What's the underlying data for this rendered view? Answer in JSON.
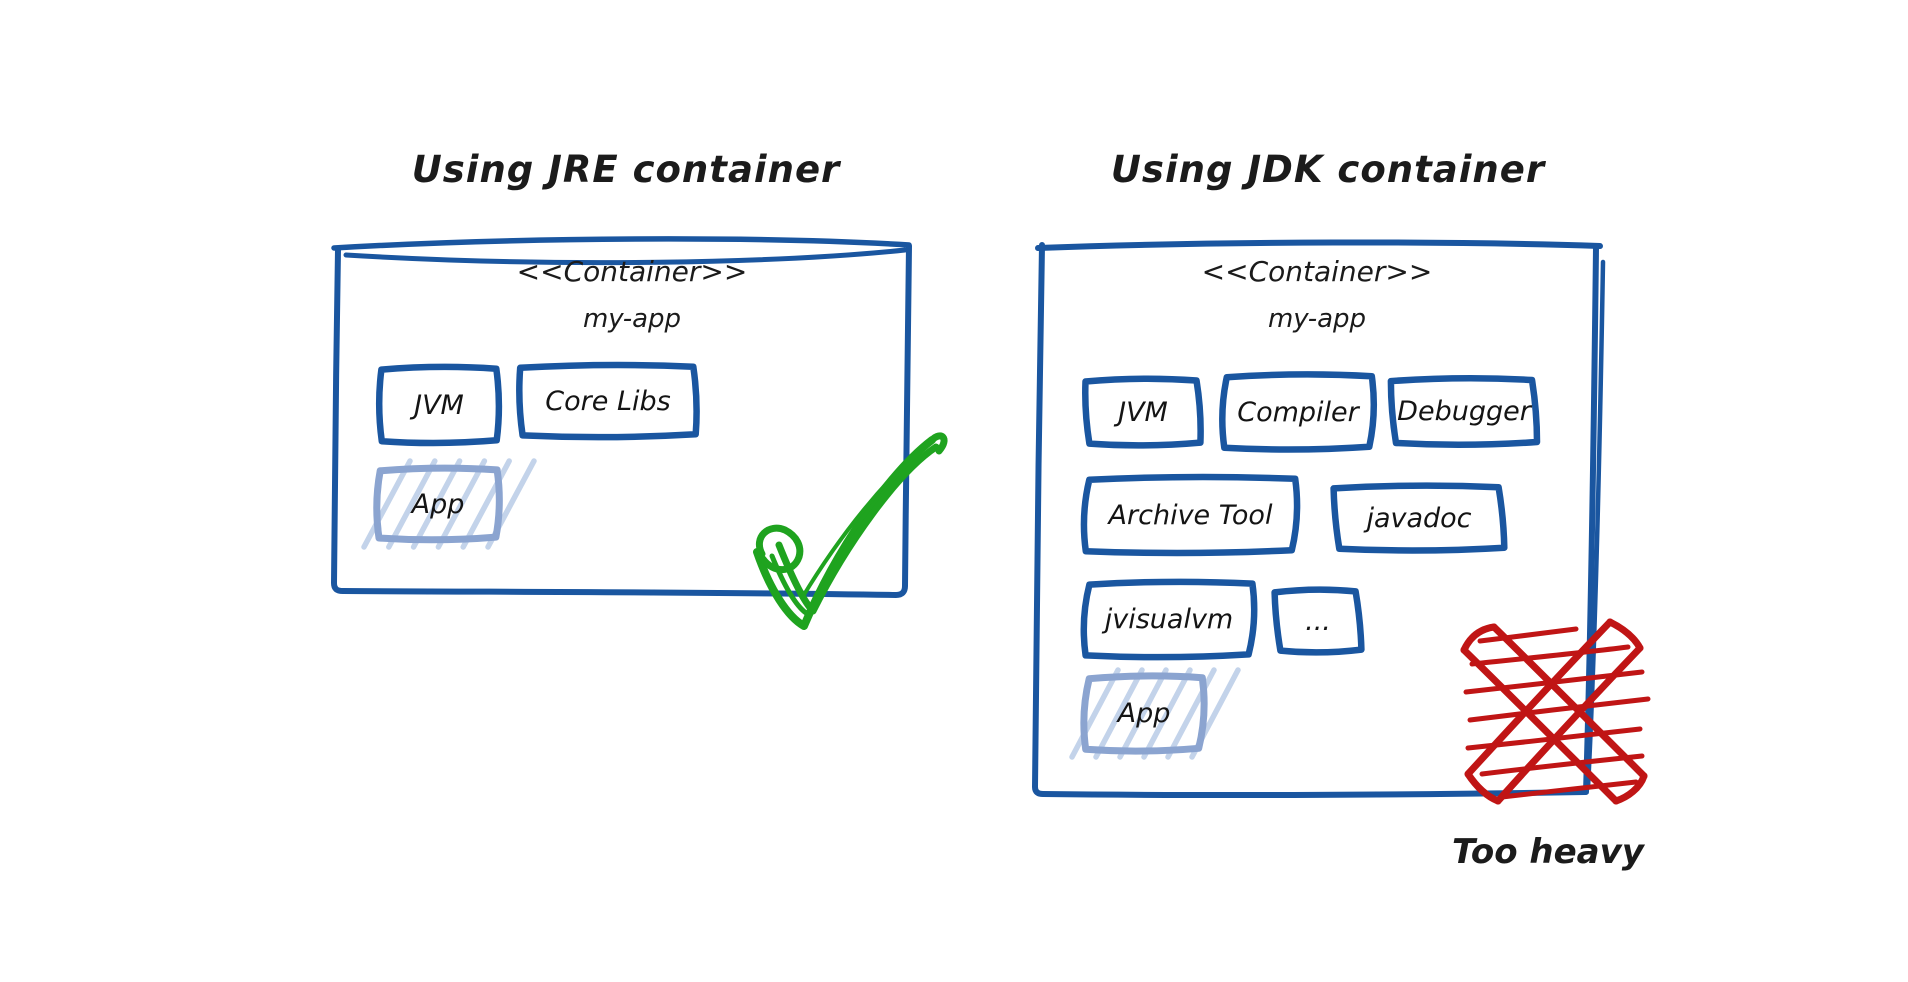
{
  "colors": {
    "blue": "#1a56a0",
    "light_blue_border": "#8ba4d0",
    "light_blue_hatch": "#c3d3ea",
    "green": "#1fa31f",
    "red": "#c01515",
    "text": "#1b1b1b"
  },
  "panels": {
    "jre": {
      "title": "Using JRE container",
      "container": {
        "stereotype": "<<Container>>",
        "name": "my-app",
        "components": [
          "JVM",
          "Core Libs"
        ],
        "app_label": "App"
      },
      "verdict": {
        "icon": "check-icon"
      }
    },
    "jdk": {
      "title": "Using JDK container",
      "container": {
        "stereotype": "<<Container>>",
        "name": "my-app",
        "components": [
          "JVM",
          "Compiler",
          "Debugger",
          "Archive Tool",
          "javadoc",
          "jvisualvm",
          "..."
        ],
        "app_label": "App"
      },
      "verdict": {
        "icon": "cross-icon",
        "label": "Too heavy"
      }
    }
  }
}
